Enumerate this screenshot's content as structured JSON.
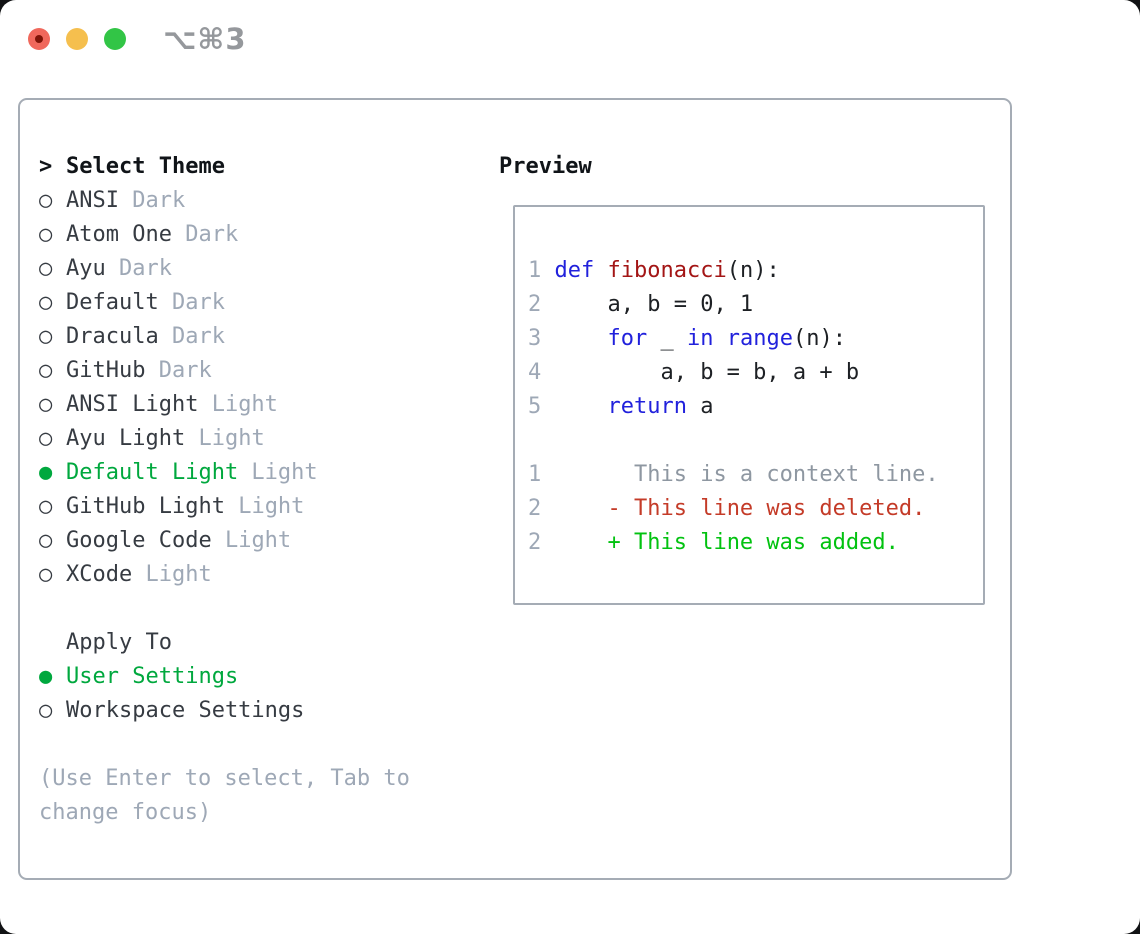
{
  "window": {
    "shortcut_title": "⌥⌘3",
    "traffic_lights": [
      {
        "name": "close"
      },
      {
        "name": "minimize"
      },
      {
        "name": "zoom"
      }
    ]
  },
  "colors": {
    "tl_red": "#f0685c",
    "tl_red_dot": "#7e1408",
    "tl_yellow": "#f5bf4e",
    "tl_green": "#32c546",
    "title_gray": "#95989c",
    "border": "#a5acb5",
    "text": "#363b42",
    "text_bold": "#101418",
    "dim": "#9ea8b6",
    "green": "#00a83e",
    "keyword": "#2121dc",
    "function": "#a31515",
    "code": "#1d2024",
    "context": "#8e97a1",
    "deleted": "#c43b28",
    "added": "#02c210"
  },
  "theme_selector": {
    "header_marker": ">",
    "header_label": "Select Theme",
    "marker_selected": "●",
    "marker_unselected": "○",
    "themes": [
      {
        "name": "ANSI",
        "variant": "Dark",
        "selected": false
      },
      {
        "name": "Atom One",
        "variant": "Dark",
        "selected": false
      },
      {
        "name": "Ayu",
        "variant": "Dark",
        "selected": false
      },
      {
        "name": "Default",
        "variant": "Dark",
        "selected": false
      },
      {
        "name": "Dracula",
        "variant": "Dark",
        "selected": false
      },
      {
        "name": "GitHub",
        "variant": "Dark",
        "selected": false
      },
      {
        "name": "ANSI Light",
        "variant": "Light",
        "selected": false
      },
      {
        "name": "Ayu Light",
        "variant": "Light",
        "selected": false
      },
      {
        "name": "Default Light",
        "variant": "Light",
        "selected": true
      },
      {
        "name": "GitHub Light",
        "variant": "Light",
        "selected": false
      },
      {
        "name": "Google Code",
        "variant": "Light",
        "selected": false
      },
      {
        "name": "XCode",
        "variant": "Light",
        "selected": false
      }
    ],
    "apply_to_label": "Apply To",
    "apply_to_options": [
      {
        "name": "User Settings",
        "selected": true
      },
      {
        "name": "Workspace Settings",
        "selected": false
      }
    ],
    "help_text_lines": [
      "(Use Enter to select, Tab to",
      "change focus)"
    ]
  },
  "preview": {
    "label": "Preview",
    "code_lines": [
      {
        "num": "1",
        "tokens": [
          {
            "text": "def",
            "type": "kw"
          },
          {
            "text": " ",
            "type": "plain"
          },
          {
            "text": "fibonacci",
            "type": "fn"
          },
          {
            "text": "(n):",
            "type": "plain"
          }
        ]
      },
      {
        "num": "2",
        "tokens": [
          {
            "text": "    a, b = 0, 1",
            "type": "plain"
          }
        ]
      },
      {
        "num": "3",
        "tokens": [
          {
            "text": "    ",
            "type": "plain"
          },
          {
            "text": "for",
            "type": "kw"
          },
          {
            "text": " _ ",
            "type": "plain"
          },
          {
            "text": "in",
            "type": "kw"
          },
          {
            "text": " ",
            "type": "plain"
          },
          {
            "text": "range",
            "type": "kw"
          },
          {
            "text": "(n):",
            "type": "plain"
          }
        ]
      },
      {
        "num": "4",
        "tokens": [
          {
            "text": "        a, b = b, a + b",
            "type": "plain"
          }
        ]
      },
      {
        "num": "5",
        "tokens": [
          {
            "text": "    ",
            "type": "plain"
          },
          {
            "text": "return",
            "type": "kw"
          },
          {
            "text": " a",
            "type": "plain"
          }
        ]
      }
    ],
    "diff_lines": [
      {
        "num": "1",
        "marker": " ",
        "text": "This is a context line.",
        "type": "ctx"
      },
      {
        "num": "2",
        "marker": "-",
        "text": "This line was deleted.",
        "type": "del"
      },
      {
        "num": "2",
        "marker": "+",
        "text": "This line was added.",
        "type": "add"
      }
    ]
  }
}
